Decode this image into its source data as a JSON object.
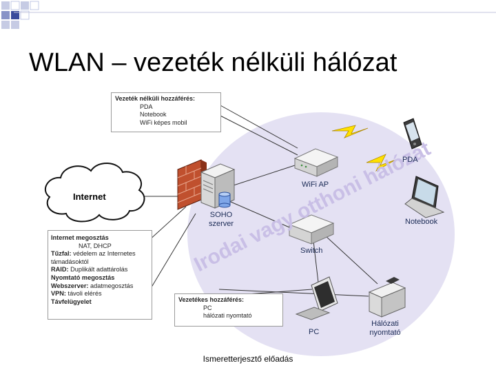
{
  "slide": {
    "title": "WLAN – vezeték nélküli hálózat",
    "footer": "Ismeretterjesztő előadás"
  },
  "watermark": {
    "line1": "Irodai vagy otthoni hálózat"
  },
  "nodes": {
    "internet": "Internet",
    "soho": "SOHO szerver",
    "wifi_ap": "WiFi AP",
    "switch": "Switch",
    "pda": "PDA",
    "notebook": "Notebook",
    "pc": "PC",
    "printer": "Hálózati nyomtató"
  },
  "callouts": {
    "wireless": {
      "heading": "Vezeték nélküli hozzáférés:",
      "items": [
        "PDA",
        "Notebook",
        "WiFi képes mobil"
      ]
    },
    "wired": {
      "heading": "Vezetékes hozzáférés:",
      "items": [
        "PC",
        "hálózati nyomtató"
      ]
    },
    "features": [
      {
        "key": "Internet megosztás",
        "value": ""
      },
      {
        "key": "",
        "value": "NAT, DHCP"
      },
      {
        "key": "Tűzfal:",
        "value": "védelem az Internetes támadásoktól"
      },
      {
        "key": "RAID:",
        "value": "Duplikált adattárolás"
      },
      {
        "key": "Nyomtató megosztás",
        "value": ""
      },
      {
        "key": "Webszerver:",
        "value": "adatmegosztás"
      },
      {
        "key": "VPN:",
        "value": "távoli elérés"
      },
      {
        "key": "Távfelügyelet",
        "value": ""
      }
    ]
  },
  "colors": {
    "ellipse": "#e4e1f3",
    "watermark": "#c9bfe6",
    "firewall": "#c0502e",
    "lightning": "#ffe100"
  }
}
